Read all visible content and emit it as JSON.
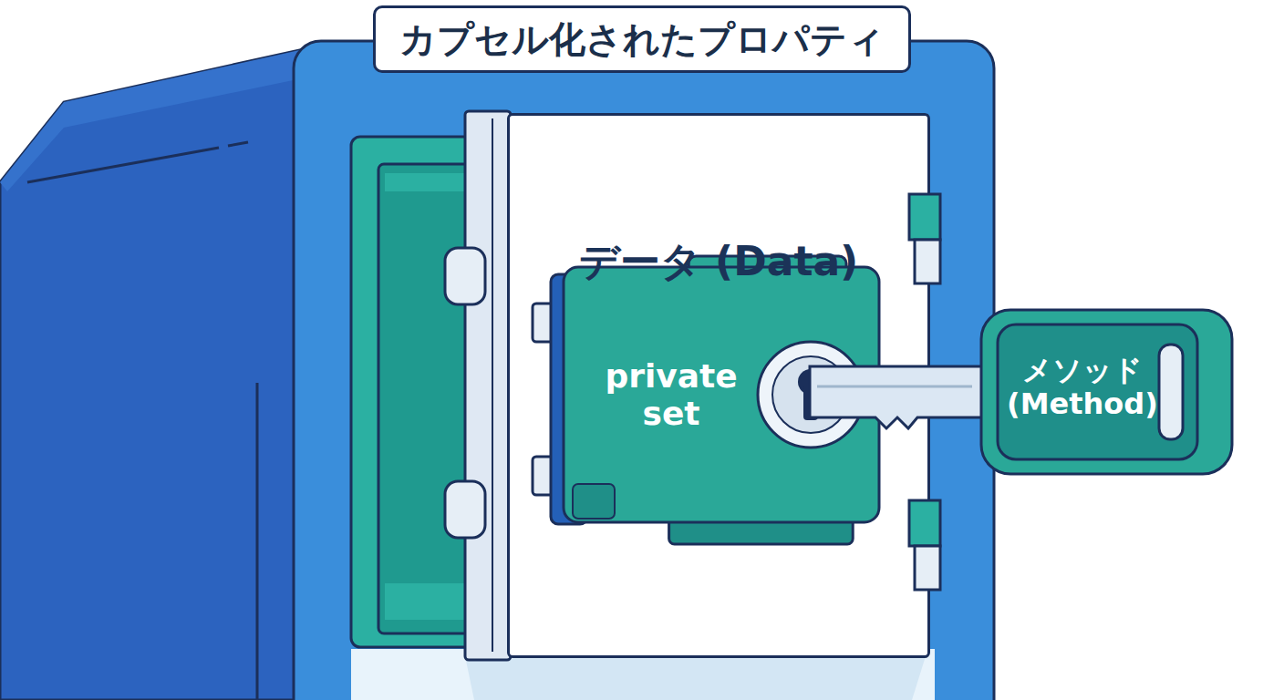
{
  "diagram": {
    "title": "カプセル化されたプロパティ",
    "nodes": [
      {
        "text": [
          "データ (Data)"
        ]
      },
      {
        "text": [
          "private set"
        ],
        "in": 0
      },
      {
        "text": [
          "メソッド (Method)"
        ]
      }
    ]
  }
}
